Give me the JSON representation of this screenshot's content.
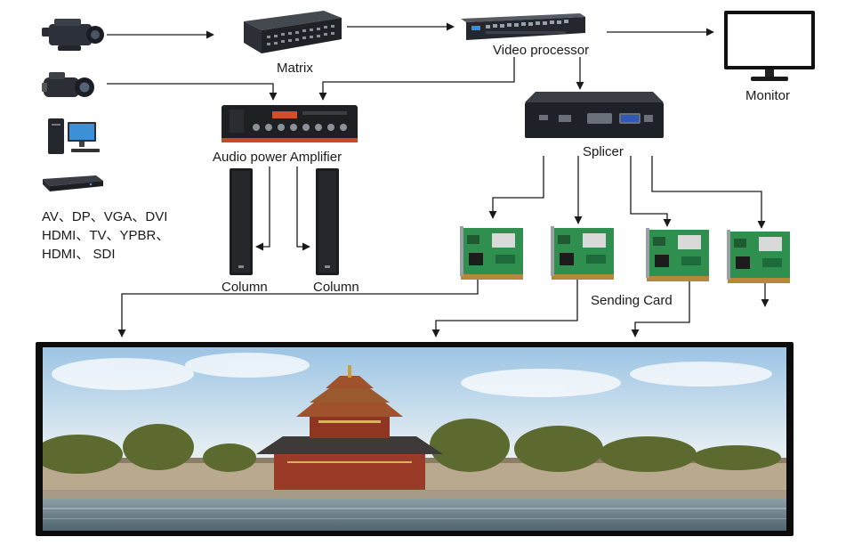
{
  "labels": {
    "matrix": "Matrix",
    "video_processor": "Video processor",
    "monitor": "Monitor",
    "audio_amplifier": "Audio power Amplifier",
    "splicer": "Splicer",
    "column_left": "Column",
    "column_right": "Column",
    "sending_card": "Sending Card"
  },
  "sources": {
    "line1": "AV、DP、VGA、DVI",
    "line2": "HDMI、TV、YPBR、",
    "line3": "HDMI、 SDI"
  },
  "icons": {
    "camcorder_pro": "pro-camcorder-icon",
    "camcorder_handheld": "handheld-camcorder-icon",
    "desktop_pc": "desktop-computer-icon",
    "media_player": "media-player-icon",
    "matrix_device": "matrix-switcher-icon",
    "processor_device": "video-processor-icon",
    "monitor_device": "monitor-icon",
    "amplifier_device": "audio-amplifier-icon",
    "splicer_device": "splicer-icon",
    "column_speaker": "column-speaker-icon",
    "sending_card_board": "sending-card-icon",
    "led_screen": "led-display-icon"
  },
  "colors": {
    "arrow": "#1a1a1a",
    "pcb_green": "#2f8f4e",
    "device_dark": "#1e2228",
    "amplifier_accent": "#c8492a",
    "screen_frame": "#0c0c0c",
    "sky": "#9cc4e4",
    "roof": "#a0522d",
    "water": "#6d7f8a"
  }
}
